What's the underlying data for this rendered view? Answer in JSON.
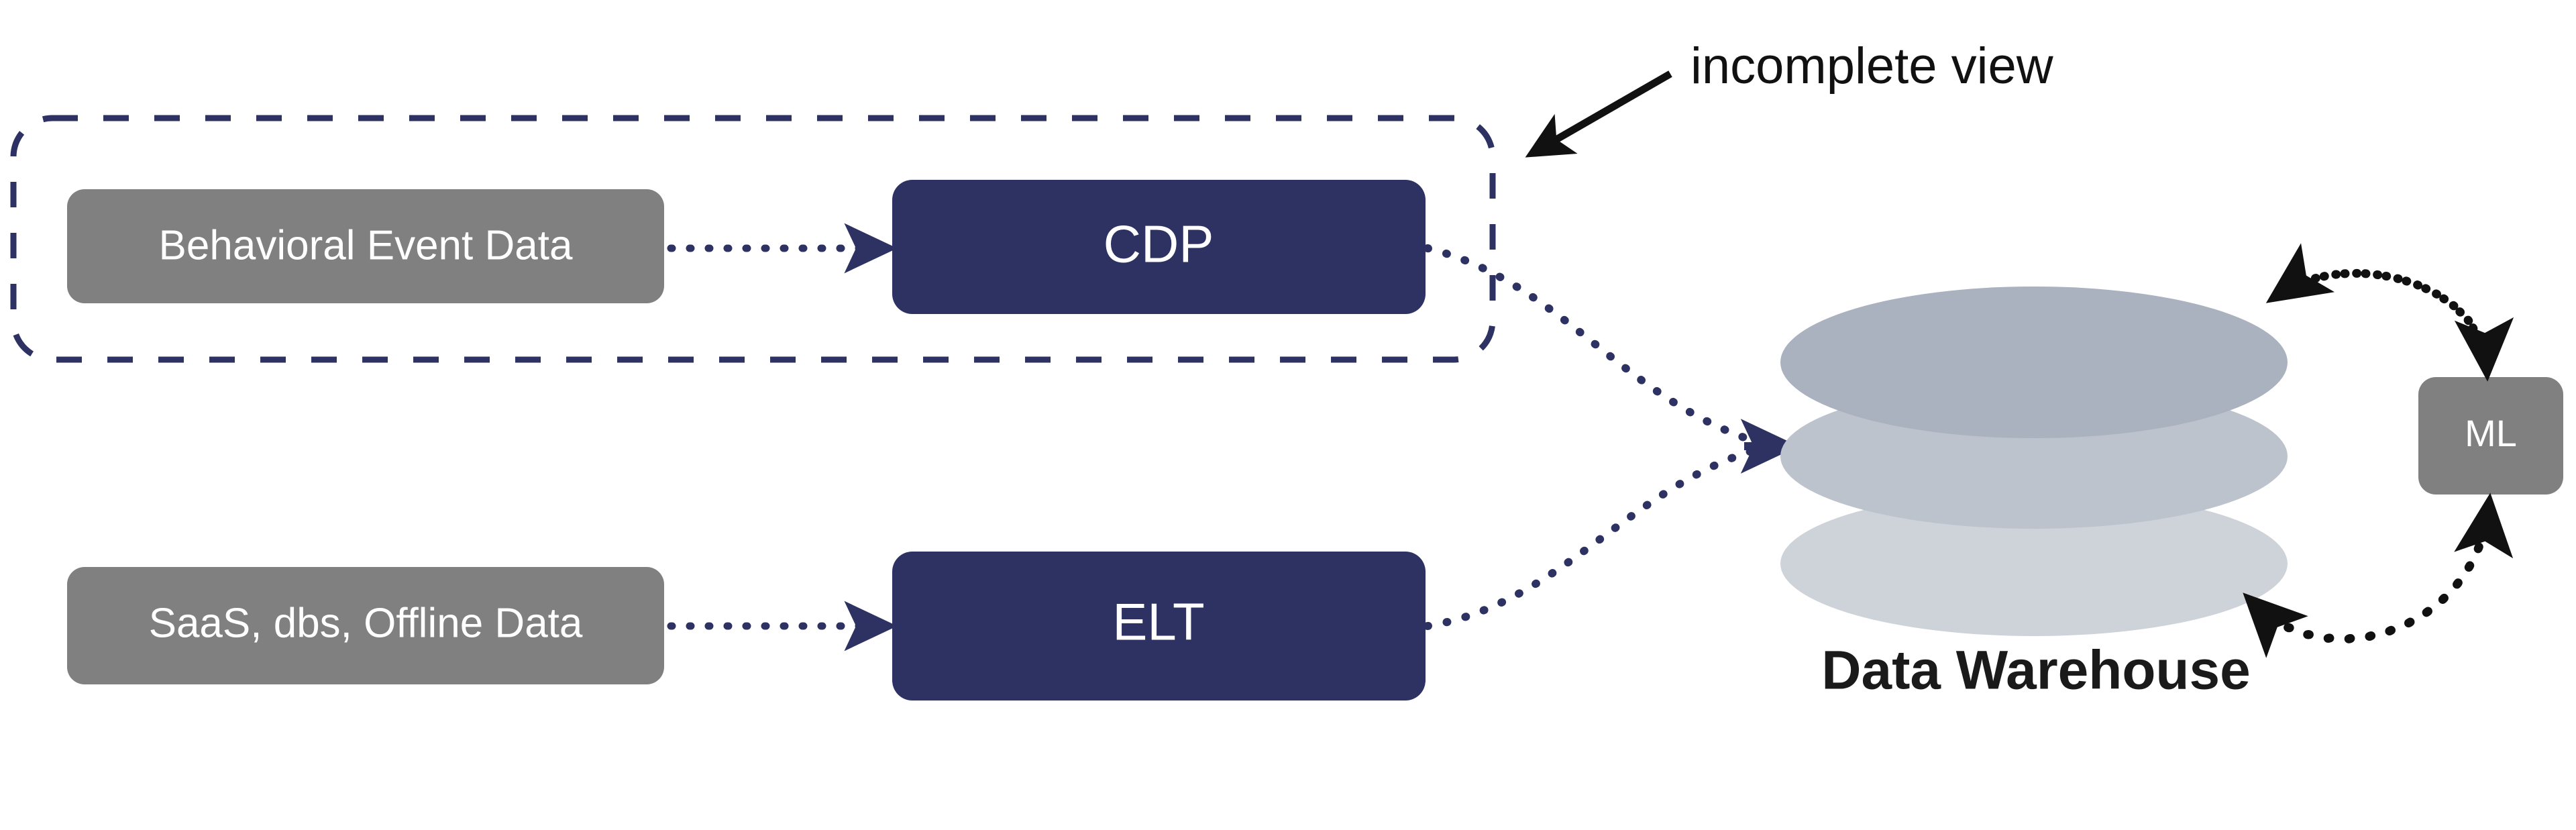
{
  "diagram": {
    "title_annotation": "incomplete view",
    "colors": {
      "navy": "#2d3263",
      "gray_node": "#808080",
      "warehouse_top": "#aab2bf",
      "warehouse_mid": "#bcc3cc",
      "warehouse_bottom": "#ced3d9",
      "arrow_black": "#111111",
      "background": "#ffffff",
      "caption_text": "#1a1a1a",
      "node_text": "#ffffff"
    },
    "nodes": [
      {
        "id": "behavioral",
        "label": "Behavioral Event Data",
        "kind": "source",
        "fill": "#808080"
      },
      {
        "id": "cdp",
        "label": "CDP",
        "kind": "process",
        "fill": "#2d3263"
      },
      {
        "id": "saas",
        "label": "SaaS, dbs, Offline Data",
        "kind": "source",
        "fill": "#808080"
      },
      {
        "id": "elt",
        "label": "ELT",
        "kind": "process",
        "fill": "#2d3263"
      },
      {
        "id": "warehouse",
        "label": "Data Warehouse",
        "kind": "cylinder-stack",
        "fill": "#aab2bf"
      },
      {
        "id": "ml",
        "label": "ML",
        "kind": "process",
        "fill": "#808080"
      }
    ],
    "groups": [
      {
        "id": "incomplete-view-group",
        "style": "dashed",
        "color": "#2d3263",
        "contains": [
          "behavioral",
          "cdp"
        ]
      }
    ],
    "edges": [
      {
        "from": "behavioral",
        "to": "cdp",
        "style": "dotted",
        "color": "#2d3263"
      },
      {
        "from": "saas",
        "to": "elt",
        "style": "dotted",
        "color": "#2d3263"
      },
      {
        "from": "cdp",
        "to": "warehouse",
        "style": "dotted-curve",
        "color": "#2d3263"
      },
      {
        "from": "elt",
        "to": "warehouse",
        "style": "dotted-curve",
        "color": "#2d3263"
      },
      {
        "from": "warehouse",
        "to": "ml",
        "style": "dotted-curve",
        "color": "#111111"
      },
      {
        "from": "ml",
        "to": "warehouse",
        "style": "dotted-curve",
        "color": "#111111"
      }
    ],
    "annotation": {
      "text": "incomplete view",
      "points_to": "incomplete-view-group",
      "arrow_color": "#111111"
    }
  }
}
